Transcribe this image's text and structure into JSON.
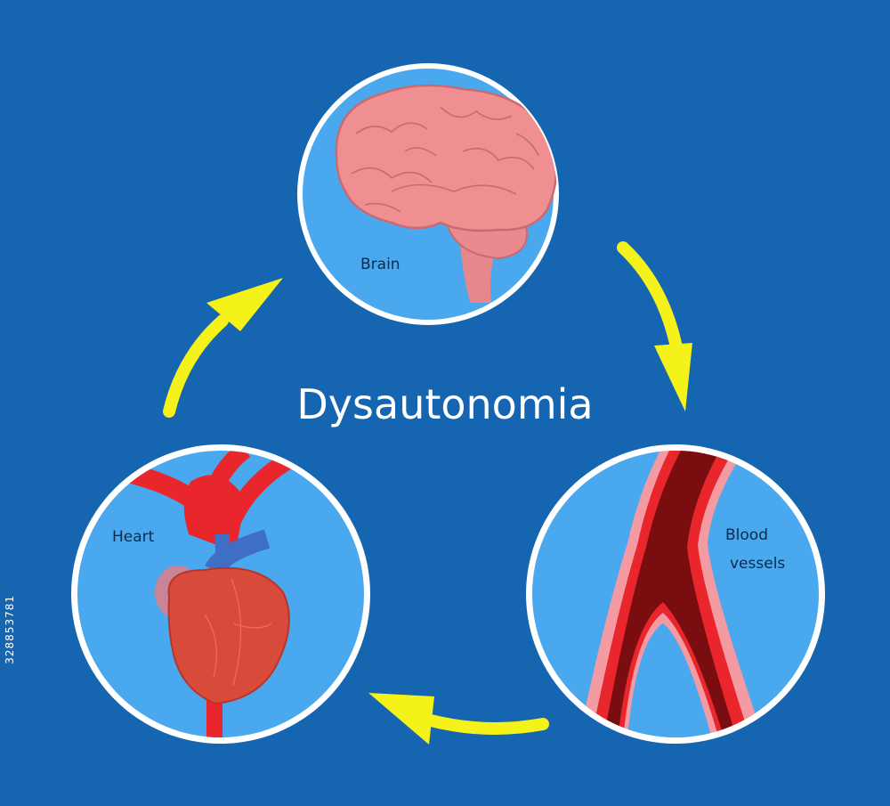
{
  "title": "Dysautonomia",
  "nodes": {
    "brain": {
      "label": "Brain"
    },
    "heart": {
      "label": "Heart"
    },
    "blood_vessels": {
      "label_line1": "Blood",
      "label_line2": "vessels"
    }
  },
  "flow": [
    "brain",
    "blood_vessels",
    "heart",
    "brain"
  ],
  "colors": {
    "background": "#1565b0",
    "circle_fill": "#4aa8ee",
    "arrow": "#f5f21a",
    "brain": "#f08f92",
    "artery": "#e8262b",
    "vein": "#3f6fc4",
    "vessel_lumen": "#7a0d10"
  },
  "stock_id": "328853781"
}
